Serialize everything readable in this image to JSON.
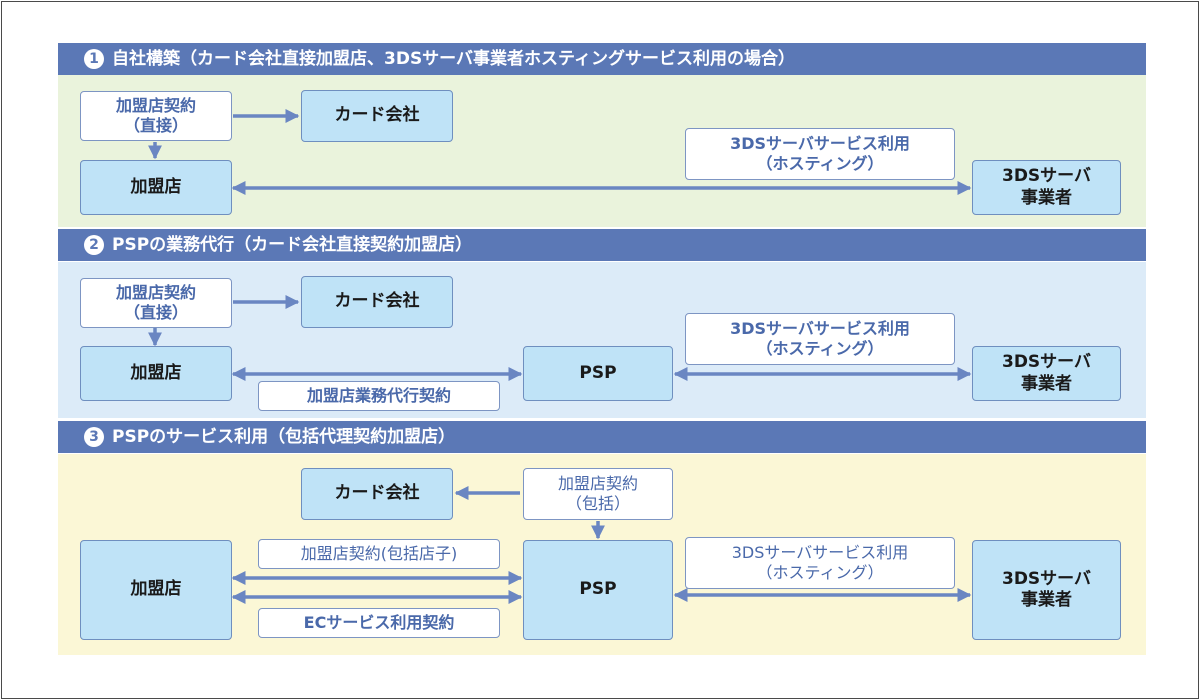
{
  "sections": [
    {
      "number": "1",
      "title": "自社構築（カード会社直接加盟店、3DSサーバ事業者ホスティングサービス利用の場合）",
      "contract_label": "加盟店契約\n（直接）",
      "card_company": "カード会社",
      "merchant": "加盟店",
      "hosting_label": "3DSサーバサービス利用\n（ホスティング）",
      "provider": "3DSサーバ\n事業者"
    },
    {
      "number": "2",
      "title": "PSPの業務代行（カード会社直接契約加盟店）",
      "contract_label": "加盟店契約\n（直接）",
      "card_company": "カード会社",
      "merchant": "加盟店",
      "psp": "PSP",
      "agency_label": "加盟店業務代行契約",
      "hosting_label": "3DSサーバサービス利用\n（ホスティング）",
      "provider": "3DSサーバ\n事業者"
    },
    {
      "number": "3",
      "title": "PSPのサービス利用（包括代理契約加盟店）",
      "card_company": "カード会社",
      "contract_label": "加盟店契約\n（包括）",
      "merchant": "加盟店",
      "sub_contract_label": "加盟店契約(包括店子)",
      "ec_label": "ECサービス利用契約",
      "psp": "PSP",
      "hosting_label": "3DSサーバサービス利用\n（ホスティング）",
      "provider": "3DSサーバ\n事業者"
    }
  ],
  "colors": {
    "header": "#5b78b6",
    "section1_bg": "#eaf3dc",
    "section2_bg": "#dcebf8",
    "section3_bg": "#fbf7d6",
    "box_fill": "#bfe3f7",
    "arrow": "#6a86c2"
  }
}
